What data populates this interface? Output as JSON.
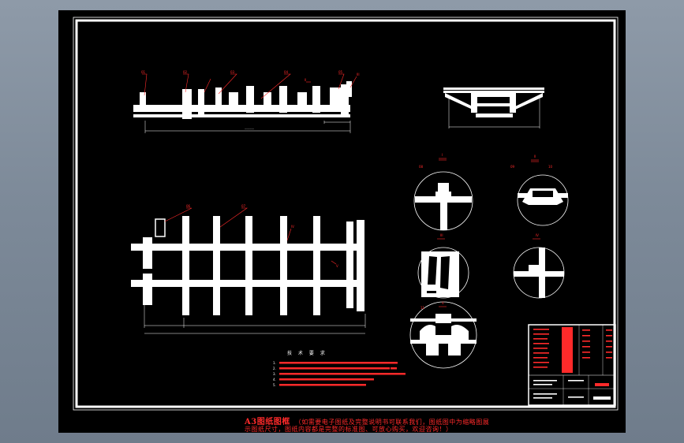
{
  "footer": {
    "title": "A3图纸图框",
    "line1": "（如需要电子图纸及完整说明书可联系我们，图纸图中为缩略图展",
    "line2": "示图纸尺寸，图纸内容都是完整的标准图、可放心购买，欢迎咨询！）"
  },
  "notes": {
    "heading": "技 术 要 求",
    "items": [
      "1.",
      "2.",
      "3.",
      "4.",
      "5."
    ]
  },
  "colors": {
    "background": "#000000",
    "lines": "#ffffff",
    "labels": "#ff2a2a",
    "dims": "#00cfcf"
  },
  "icons": {
    "frame": "drawing-border",
    "detail": "detail-circle"
  }
}
